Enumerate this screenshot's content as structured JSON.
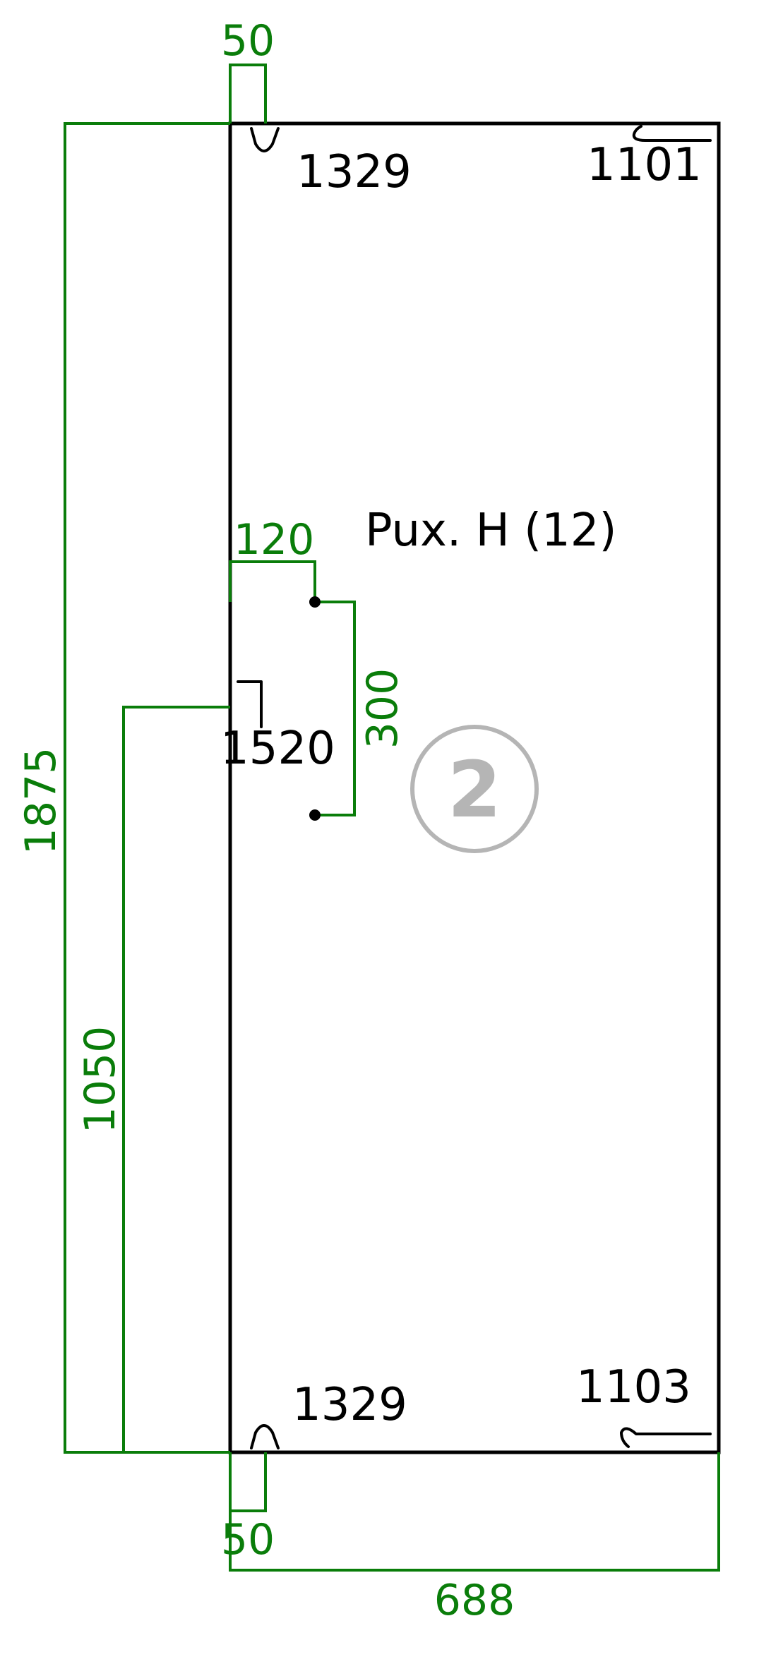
{
  "panel": {
    "label": "Pux. H (12)",
    "number": "2"
  },
  "dimensions": {
    "height": "1875",
    "width": "688",
    "top_offset": "50",
    "bottom_offset": "50",
    "handle_height": "1050",
    "handle_inset": "120",
    "handle_spacing": "300"
  },
  "parts": {
    "top_left_hinge": "1329",
    "bottom_left_hinge": "1329",
    "top_right_fitting": "1101",
    "bottom_right_fitting": "1103",
    "handle": "1520"
  }
}
